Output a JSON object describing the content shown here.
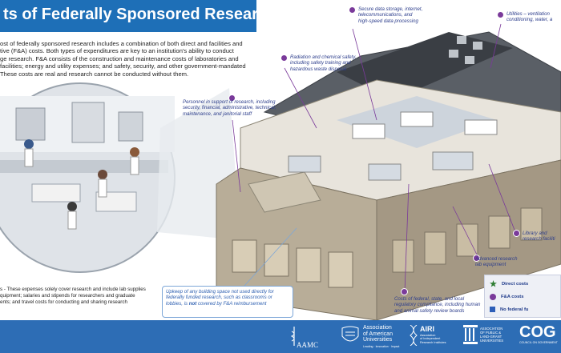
{
  "title": "ts of Federally Sponsored Research",
  "intro_lines": [
    "ost of federally sponsored research includes a combination of both direct and facilities and",
    "tive (F&A) costs. Both types of expenditures are key to an institution's ability to conduct",
    "ge research. F&A consists of the construction and maintenance costs of laboratories and",
    "facilities; energy and utility expenses; and safety, security, and other government-mandated",
    "These costs are real and research cannot be conducted without them."
  ],
  "callouts": {
    "data": [
      "Secure data storage, internet,",
      "telecommunications, and",
      "high-speed data processing"
    ],
    "utilities": [
      "Utilities – ventilation",
      "conditioning, water, a"
    ],
    "safety": [
      "Radiation and chemical safety,",
      "including safety training and",
      "hazardous waste disposal"
    ],
    "personnel": [
      "Personnel in support of research, including",
      "security, financial, administrative, technical,",
      "maintenance, and janitorial staff"
    ],
    "library": [
      "Library and",
      "research faciliti"
    ],
    "equipment": [
      "Advanced research",
      "lab equipment"
    ],
    "compliance": [
      "Costs of federal, state, and local",
      "regulatory compliance, including human",
      "and animal safety review boards"
    ],
    "upkeep": [
      "Upkeep of any building space not used directly for",
      "federally funded research, such as classrooms or",
      "lobbies, is not covered by F&A reimbursement"
    ]
  },
  "direct_text": [
    "s - These expenses solely cover research and include lab supplies",
    "quipment; salaries and stipends for researchers and graduate",
    "ents; and travel costs for conducting and sharing research"
  ],
  "legend": {
    "direct": "Direct costs",
    "fa": "F&A costs",
    "no_federal": "No federal fu"
  },
  "colors": {
    "banner": "#1e6fb7",
    "fa_dot": "#7a3a9a",
    "direct_star": "#2e7d32",
    "no_federal": "#2e5fb8",
    "bottom_bar": "#2d6db5"
  },
  "logos": {
    "aamc": "AAMC",
    "aau": [
      "Association",
      "of American",
      "Universities"
    ],
    "aau_tag": "Leading · Innovation · Impact",
    "airi": "AIRI",
    "airi_sub": [
      "Association",
      "of Independent",
      "Research Institutes"
    ],
    "aplu": [
      "ASSOCIATION",
      "OF PUBLIC &",
      "LAND-GRANT",
      "UNIVERSITIES"
    ],
    "cog": "COG",
    "cog_sub": "COUNCIL ON GOVERNMENT"
  }
}
